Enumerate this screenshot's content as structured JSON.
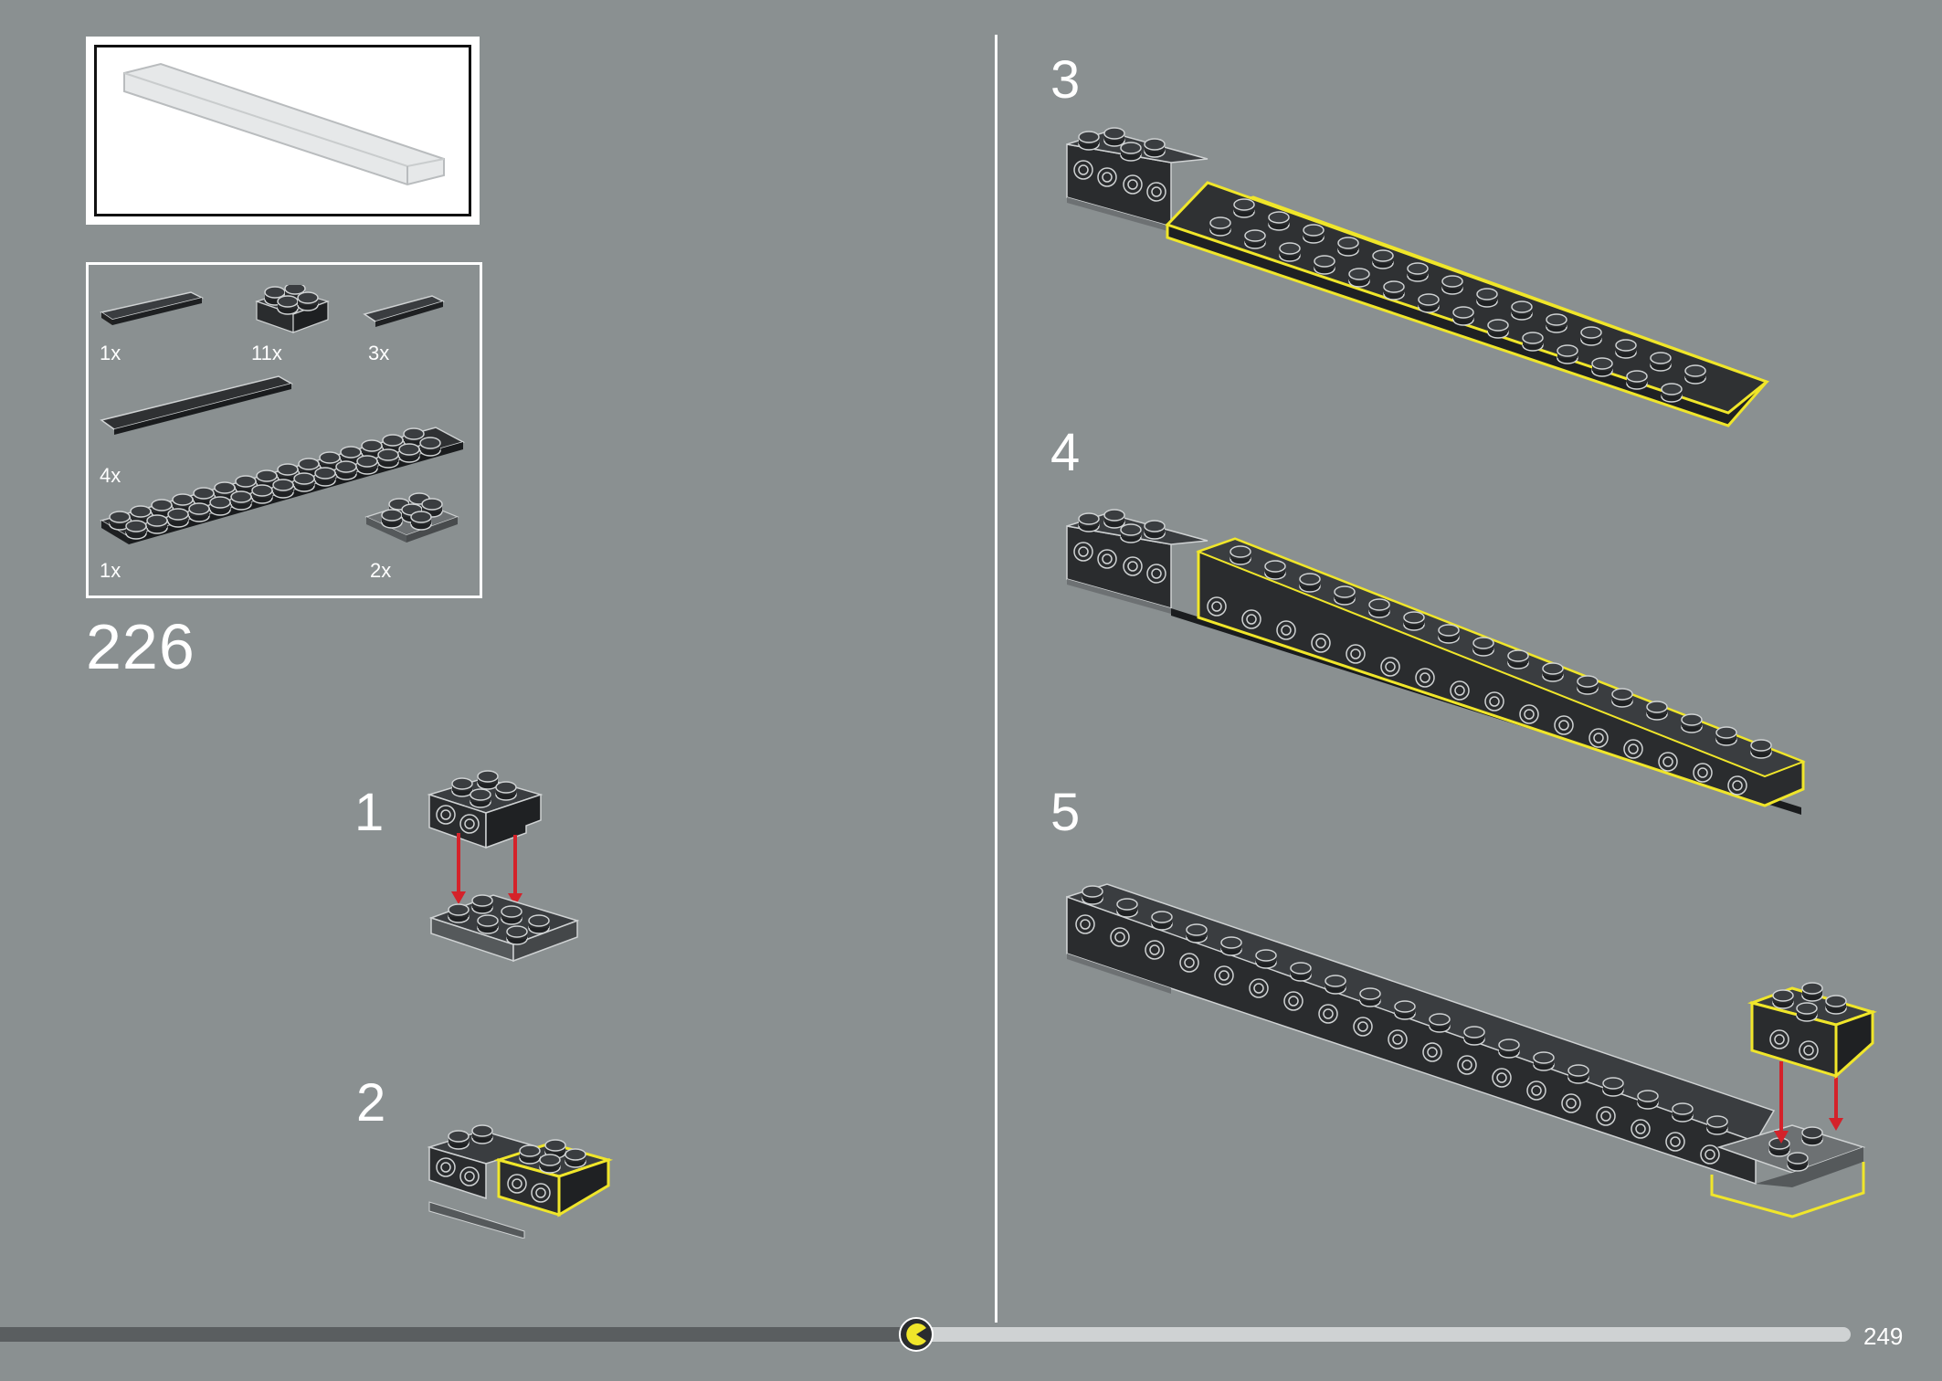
{
  "build_step": "226",
  "parts_list": [
    {
      "qty": "1x",
      "part": "black-tile-1x6-icon"
    },
    {
      "qty": "11x",
      "part": "black-brick-1x2-studs-on-side-icon"
    },
    {
      "qty": "3x",
      "part": "black-tile-1x4-icon"
    },
    {
      "qty": "4x",
      "part": "black-tile-2x16-icon"
    },
    {
      "qty": "1x",
      "part": "black-plate-2x16-icon"
    },
    {
      "qty": "2x",
      "part": "grey-plate-2x3-icon"
    }
  ],
  "steps": [
    {
      "number": "1"
    },
    {
      "number": "2"
    },
    {
      "number": "3"
    },
    {
      "number": "4"
    },
    {
      "number": "5"
    }
  ],
  "footer": {
    "page_number": "249",
    "progress": 0.47
  },
  "colors": {
    "background": "#8a9091",
    "brick_dark": "#2d2f31",
    "highlight": "#f0e62a",
    "arrow": "#d4222a"
  }
}
